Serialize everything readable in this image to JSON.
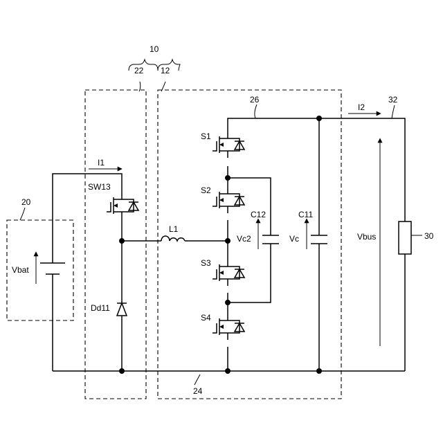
{
  "labels": {
    "ref_10": "10",
    "ref_22": "22",
    "ref_12": "12",
    "ref_26": "26",
    "ref_32": "32",
    "ref_24": "24",
    "ref_20": "20",
    "ref_30": "30",
    "current_i1": "I1",
    "current_i2": "I2",
    "switch_sw13": "SW13",
    "diode_dd11": "Dd11",
    "inductor_l1": "L1",
    "switch_s1": "S1",
    "switch_s2": "S2",
    "switch_s3": "S3",
    "switch_s4": "S4",
    "cap_c12": "C12",
    "cap_c11": "C11",
    "volt_vc2": "Vc2",
    "volt_vc": "Vc",
    "volt_vbus": "Vbus",
    "volt_vbat": "Vbat"
  }
}
